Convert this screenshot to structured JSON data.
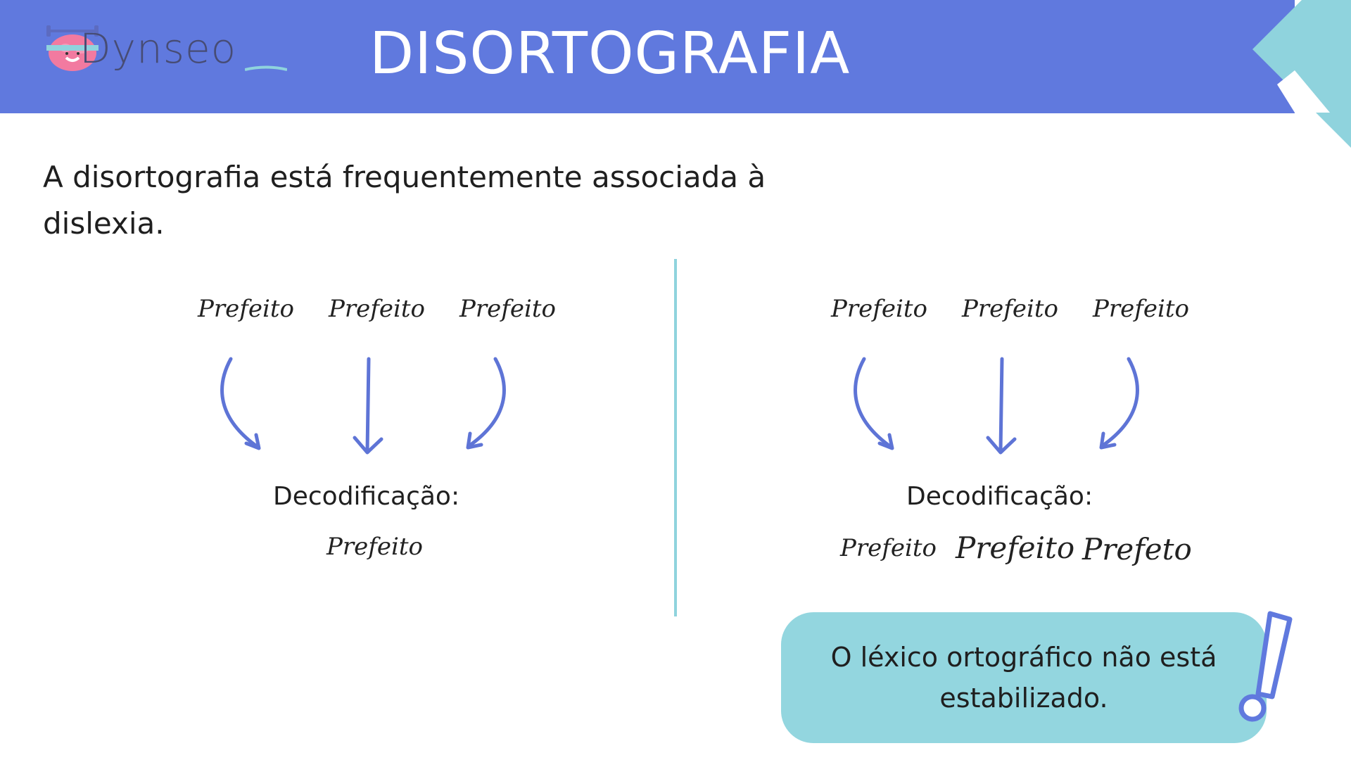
{
  "header": {
    "title": "DISORTOGRAFIA",
    "logo_text": "Dynseo",
    "colors": {
      "banner": "#6079de",
      "accent": "#8fd3dd"
    }
  },
  "intro": "A disortografia está frequentemente associada à dislexia.",
  "left_panel": {
    "words": [
      "Prefeito",
      "Prefeito",
      "Prefeito"
    ],
    "decod_label": "Decodificação:",
    "result": "Prefeito"
  },
  "right_panel": {
    "words": [
      "Prefeito",
      "Prefeito",
      "Prefeito"
    ],
    "decod_label": "Decodificação:",
    "results": [
      "Prefeito",
      "Prefeito",
      "Prefeto"
    ]
  },
  "callout": {
    "text": "O léxico ortográfico não está estabilizado.",
    "icon": "exclamation-icon"
  }
}
